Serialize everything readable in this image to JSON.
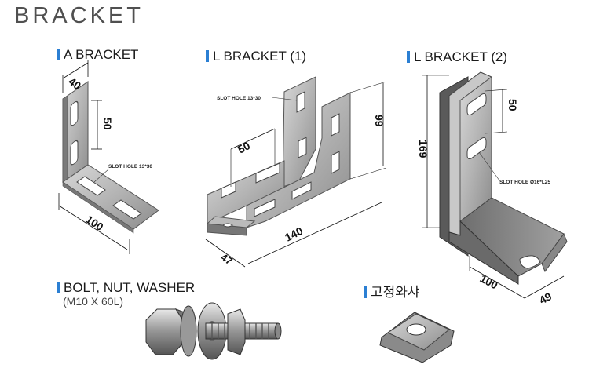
{
  "title": "BRACKET",
  "sections": {
    "a_bracket": {
      "label": "A BRACKET",
      "dims": {
        "width": "40",
        "slot_spacing": "50",
        "length": "100"
      },
      "note": "SLOT HOLE 13*30"
    },
    "l_bracket_1": {
      "label": "L BRACKET (1)",
      "dims": {
        "slot_spacing": "50",
        "height": "99",
        "length": "140",
        "depth": "47"
      },
      "note": "SLOT HOLE 13*30"
    },
    "l_bracket_2": {
      "label": "L BRACKET (2)",
      "dims": {
        "height": "169",
        "slot_spacing": "50",
        "length": "100",
        "depth": "49"
      },
      "note": "SLOT HOLE Ø16*L25"
    },
    "bolt": {
      "label": "BOLT, NUT, WASHER",
      "spec": "(M10 X 60L)"
    },
    "square_washer": {
      "label": "고정와샤"
    }
  },
  "colors": {
    "accent": "#2b7fd3",
    "title": "#505050",
    "metal": "#a8a8a8"
  }
}
